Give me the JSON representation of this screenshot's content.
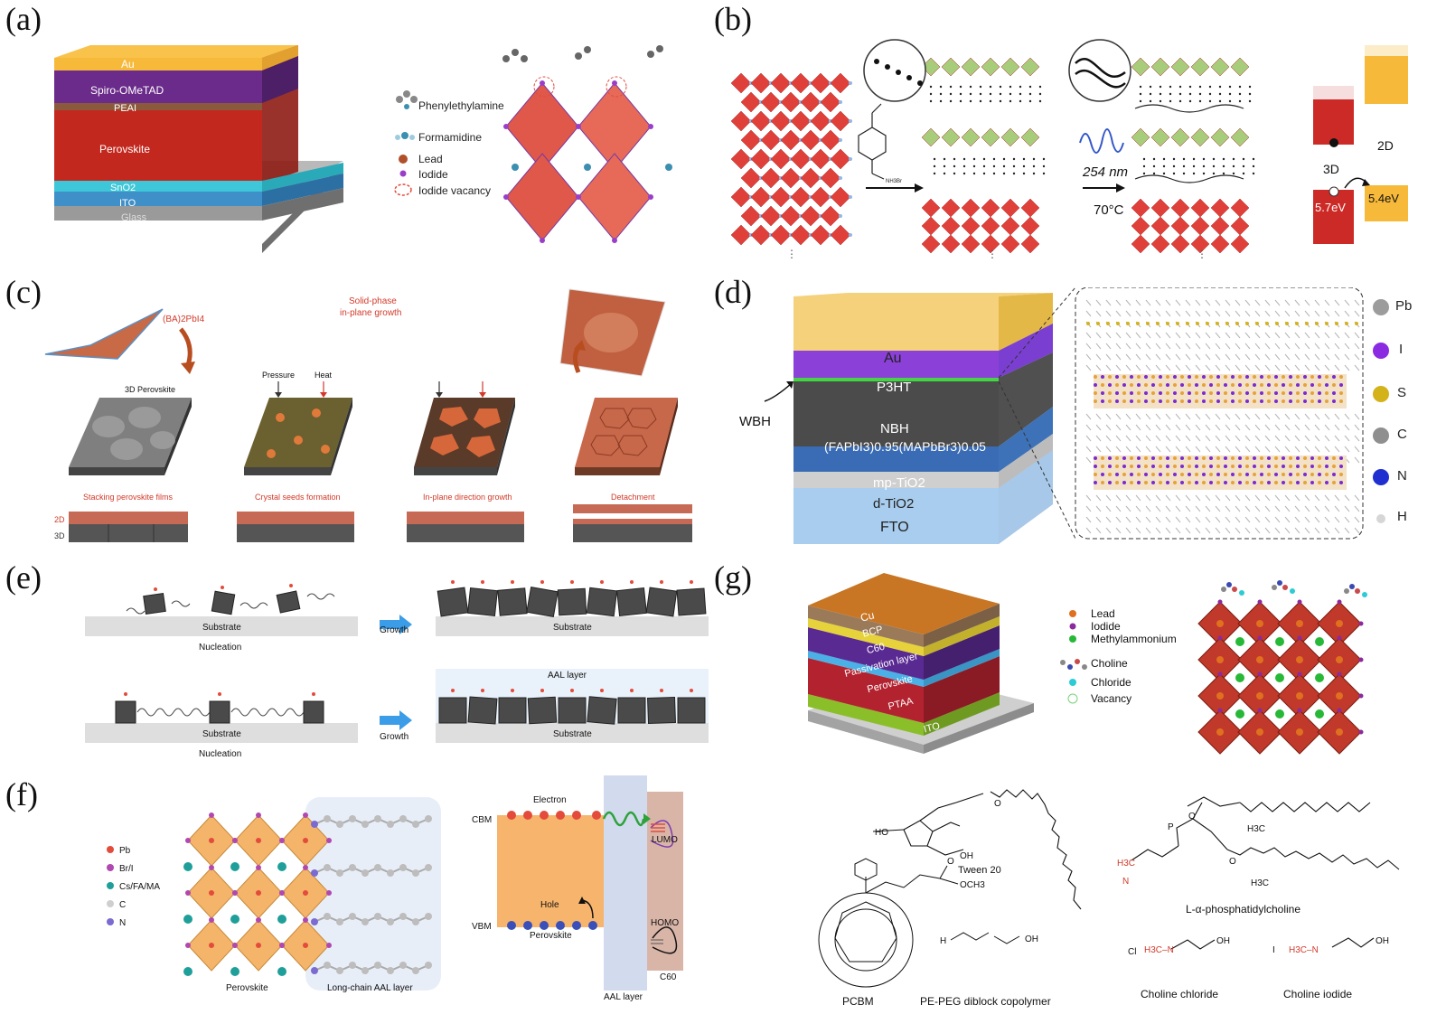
{
  "panels": {
    "a": {
      "label": "(a)",
      "layers": [
        "Au",
        "Spiro-OMeTAD",
        "PEAI",
        "Perovskite",
        "SnO2",
        "ITO",
        "Glass"
      ],
      "legend": [
        "Phenylethylamine",
        "Formamidine",
        "Lead",
        "Iodide",
        "Iodide vacancy"
      ]
    },
    "b": {
      "label": "(b)",
      "wavelength": "254 nm",
      "temperature": "70°C",
      "reagent": "NH3Br",
      "phase_3d": "3D",
      "phase_2d": "2D",
      "energy_3d": "5.7eV",
      "energy_2d": "5.4eV",
      "ellipsis": "⋮"
    },
    "c": {
      "label": "(c)",
      "top_left": "(BA)2PbI4",
      "title_line1": "Solid-phase",
      "title_line2": "in-plane growth",
      "perovskite_3d": "3D Perovskite",
      "pressure": "Pressure",
      "heat": "Heat",
      "steps": [
        "Stacking perovskite films",
        "Crystal seeds formation",
        "In-plane direction growth",
        "Detachment"
      ],
      "layer_2d": "2D",
      "layer_3d": "3D"
    },
    "d": {
      "label": "(d)",
      "layers": [
        "Au",
        "P3HT",
        "NBH",
        "(FAPbI3)0.95(MAPbBr3)0.05",
        "mp-TiO2",
        "d-TiO2",
        "FTO"
      ],
      "wbh": "WBH",
      "legend": [
        "Pb",
        "I",
        "S",
        "C",
        "N",
        "H"
      ]
    },
    "e": {
      "label": "(e)",
      "substrate": "Substrate",
      "nucleation": "Nucleation",
      "growth": "Growth",
      "aal_layer": "AAL layer"
    },
    "f": {
      "label": "(f)",
      "legend": [
        "Pb",
        "Br/I",
        "Cs/FA/MA",
        "C",
        "N"
      ],
      "perovskite": "Perovskite",
      "long_chain": "Long-chain AAL layer",
      "cbm": "CBM",
      "vbm": "VBM",
      "electron": "Electron",
      "hole": "Hole",
      "lumo": "LUMO",
      "homo": "HOMO",
      "c60": "C60",
      "aal": "AAL layer"
    },
    "g": {
      "label": "(g)",
      "layers": [
        "Cu",
        "BCP",
        "C60",
        "Passivation layer",
        "Perovskite",
        "PTAA",
        "ITO"
      ],
      "legend": [
        "Lead",
        "Iodide",
        "Methylammonium",
        "Choline",
        "Chloride",
        "Vacancy"
      ]
    },
    "chem": {
      "tween": "Tween 20",
      "pcbm": "PCBM",
      "pepeg": "PE-PEG diblock copolymer",
      "phosphatidylcholine": "L-α-phosphatidylcholine",
      "choline_chloride": "Choline chloride",
      "choline_iodide": "Choline iodide"
    }
  },
  "colors": {
    "au": "#f7b93a",
    "spiro": "#6a2b8a",
    "peai": "#8b5a3c",
    "perovskite": "#c2281e",
    "sno2": "#3ec7d8",
    "ito": "#3f8fc9",
    "glass": "#9a9a9a",
    "accent_red": "#e34b3b"
  }
}
